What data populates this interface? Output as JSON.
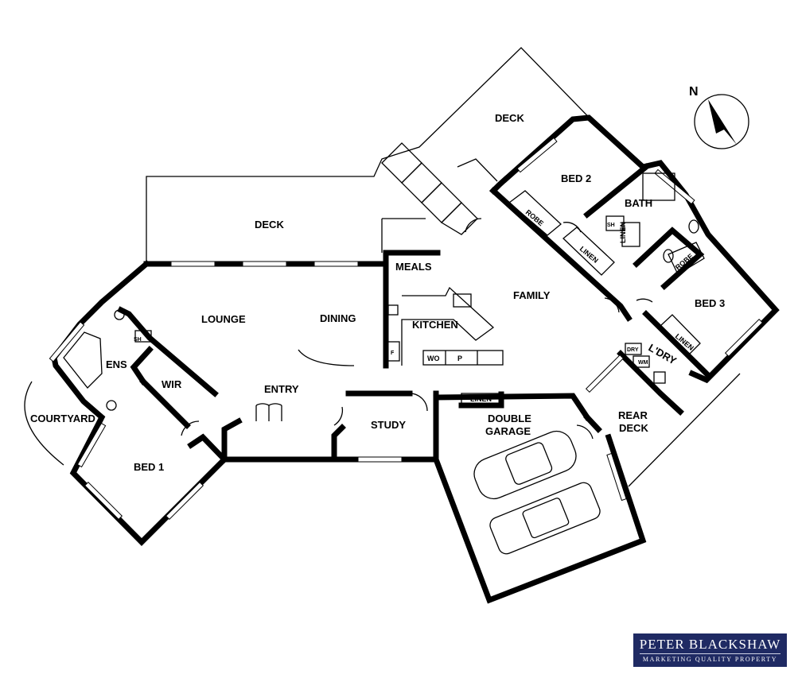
{
  "rooms": {
    "deck_top": "DECK",
    "deck_left": "DECK",
    "bed2": "BED 2",
    "bath": "BATH",
    "sh_bath": "SH",
    "linen_bath": "LINEN",
    "robe_bed2": "ROBE",
    "linen_hall": "LINEN",
    "robe_bed3": "ROBE",
    "bed3": "BED 3",
    "linen_ldry": "LINEN",
    "ldry": "L'DRY",
    "dry": "DRY",
    "wm": "WM",
    "meals": "MEALS",
    "family": "FAMILY",
    "kitchen": "KITCHEN",
    "fridge": "F",
    "wo": "WO",
    "pantry": "P",
    "lounge": "LOUNGE",
    "dining": "DINING",
    "ens": "ENS",
    "sh_ens": "SH",
    "wir": "WIR",
    "entry": "ENTRY",
    "study": "STUDY",
    "linen_garage": "LINEN",
    "garage_1": "DOUBLE",
    "garage_2": "GARAGE",
    "rear_deck_1": "REAR",
    "rear_deck_2": "DECK",
    "courtyard": "COURTYARD",
    "bed1": "BED 1"
  },
  "compass": {
    "label": "N",
    "icon": "north-arrow-icon"
  },
  "branding": {
    "name": "PETER BLACKSHAW",
    "tagline": "MARKETING QUALITY PROPERTY",
    "color": "#1f2a63"
  }
}
